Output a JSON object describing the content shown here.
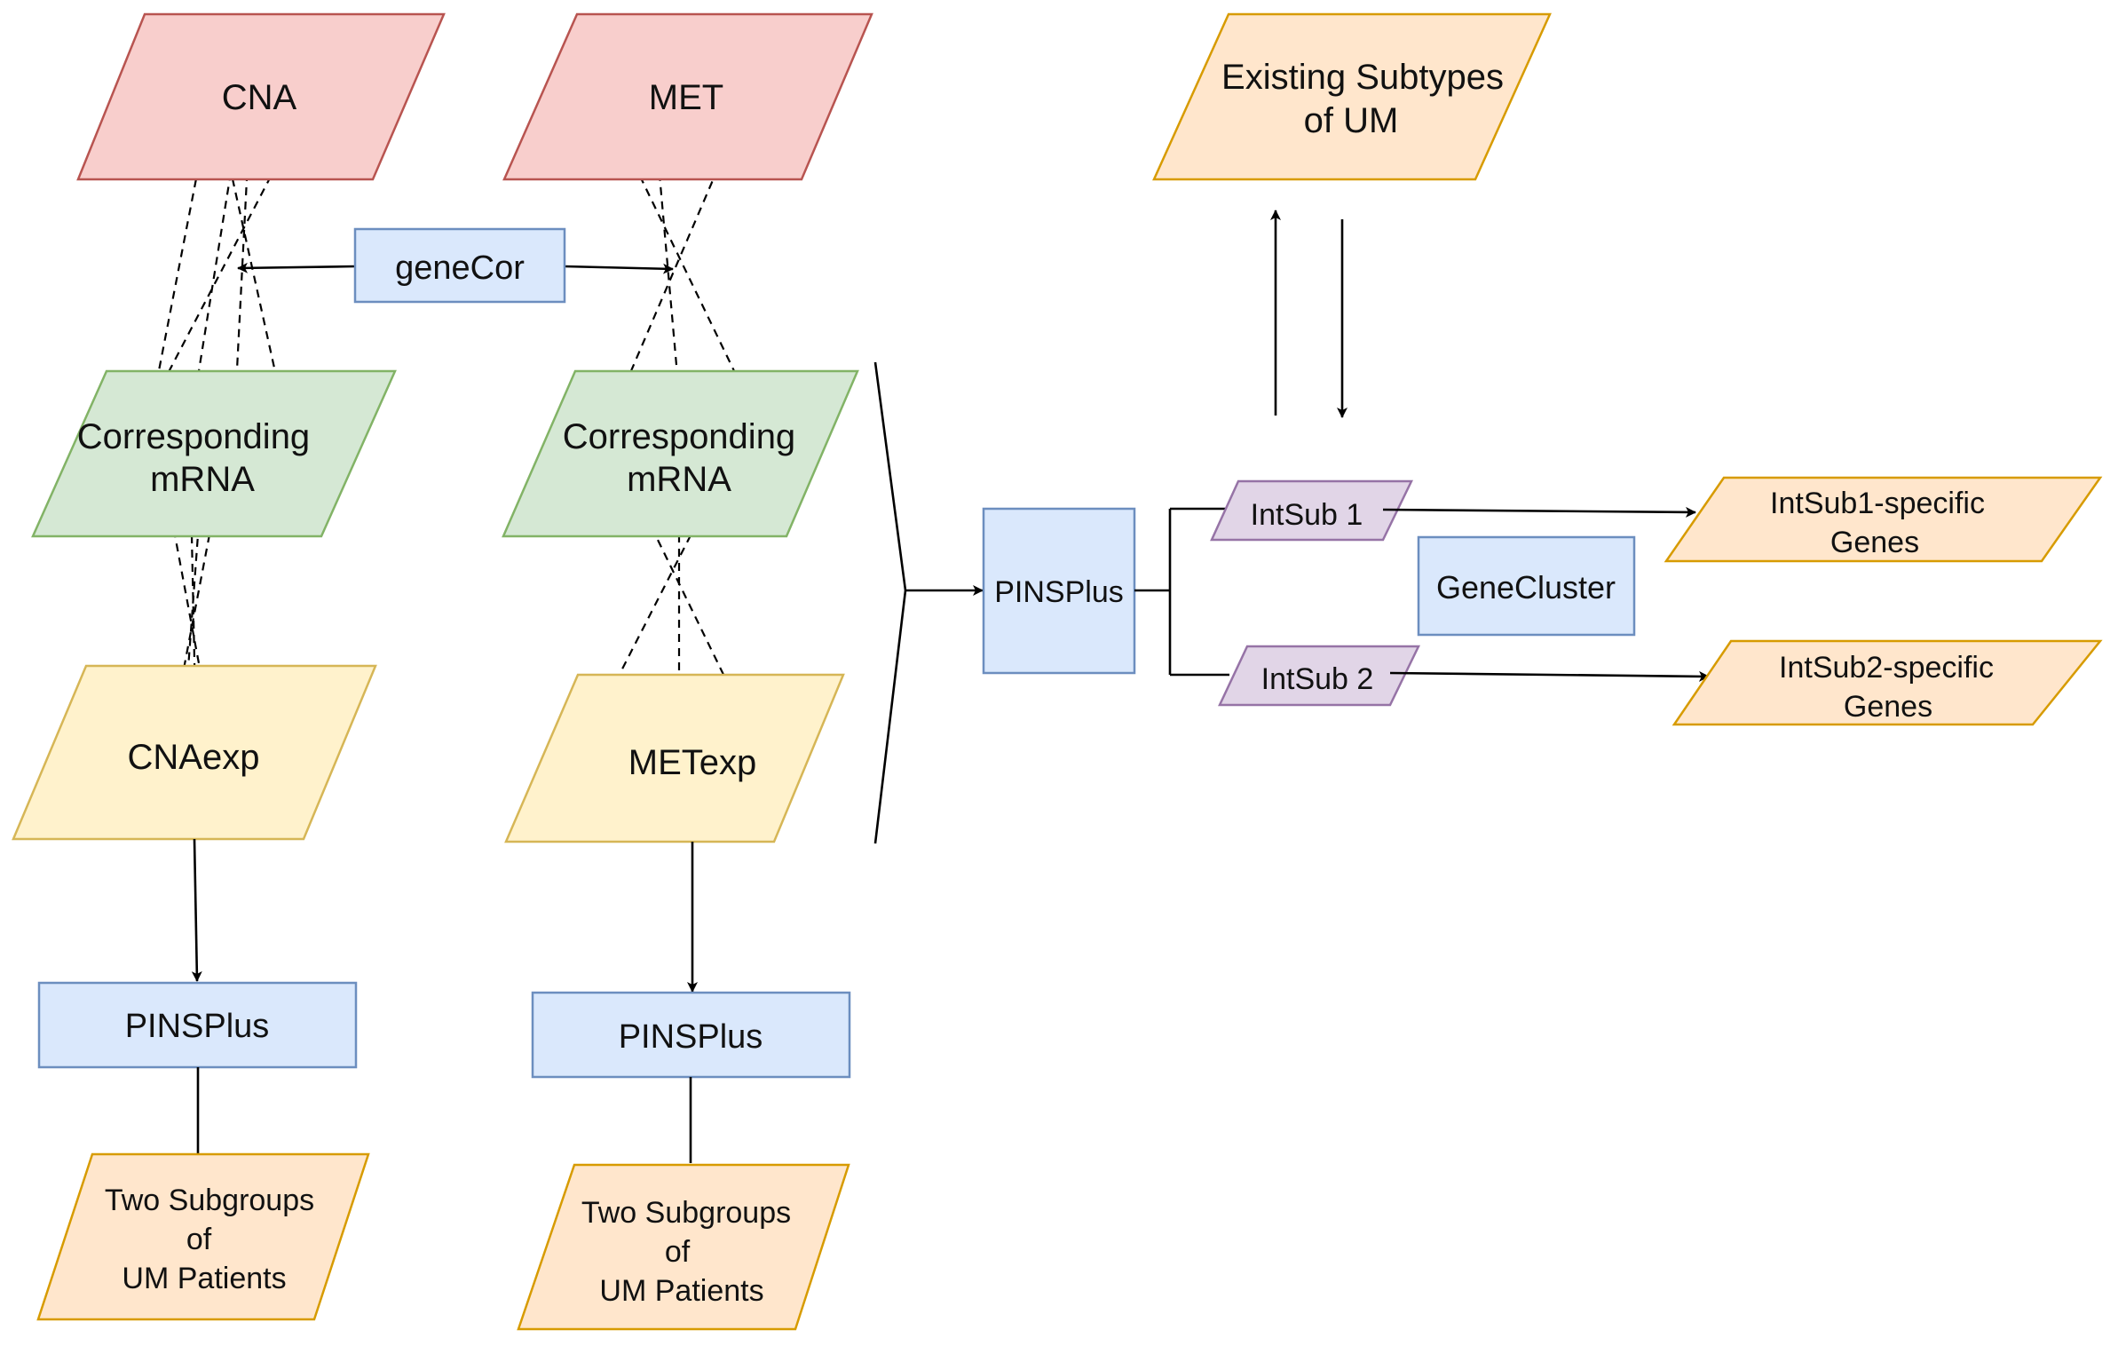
{
  "diagram": {
    "colors": {
      "red_fill": "#f8cecc",
      "red_stroke": "#b85450",
      "green_fill": "#d5e8d4",
      "green_stroke": "#82b366",
      "yellow_fill": "#fff2cc",
      "yellow_stroke": "#d6b656",
      "orange_fill": "#ffe6cc",
      "orange_stroke": "#d79b00",
      "blue_fill": "#dae8fc",
      "blue_stroke": "#6c8ebf",
      "purple_fill": "#e1d5e7",
      "purple_stroke": "#9673a6"
    },
    "nodes": {
      "cna": "CNA",
      "met": "MET",
      "genecor": "geneCor",
      "mrna_left": [
        "Corresponding",
        "mRNA"
      ],
      "mrna_right": [
        "Corresponding",
        "mRNA"
      ],
      "cnaexp": "CNAexp",
      "metexp": "METexp",
      "pinsplus_left": "PINSPlus",
      "pinsplus_mid": "PINSPlus",
      "pinsplus_center": "PINSPlus",
      "subgroups_left": [
        "Two Subgroups",
        "of",
        "UM Patients"
      ],
      "subgroups_mid": [
        "Two Subgroups",
        "of",
        "UM Patients"
      ],
      "existing_subtypes": [
        "Existing Subtypes",
        "of UM"
      ],
      "intsub1": "IntSub 1",
      "intsub2": "IntSub 2",
      "genecluster": "GeneCluster",
      "intsub1_genes": [
        "IntSub1-specific",
        "Genes"
      ],
      "intsub2_genes": [
        "IntSub2-specific",
        "Genes"
      ]
    }
  }
}
